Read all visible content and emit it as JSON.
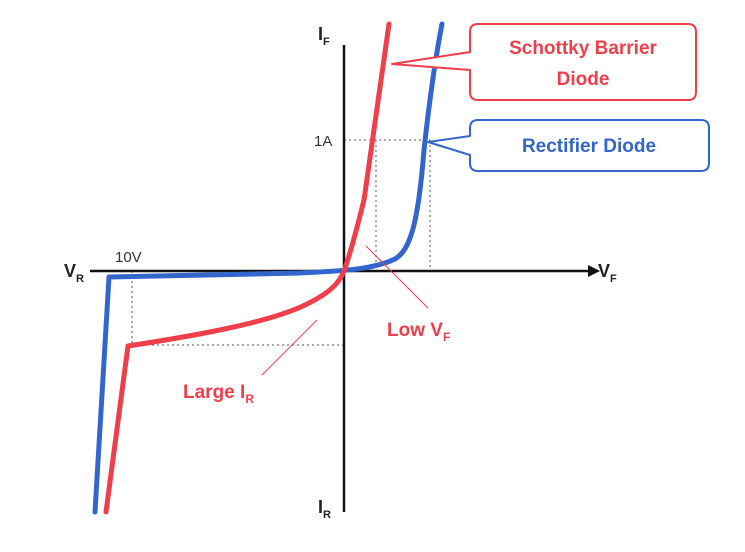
{
  "axes": {
    "top": {
      "main": "I",
      "sub": "F"
    },
    "bottom": {
      "main": "I",
      "sub": "R"
    },
    "left": {
      "main": "V",
      "sub": "R"
    },
    "right": {
      "main": "V",
      "sub": "F"
    }
  },
  "ticks": {
    "current": "1A",
    "voltage": "10V"
  },
  "callouts": {
    "schottky": {
      "line1": "Schottky Barrier",
      "line2": "Diode"
    },
    "rectifier": {
      "line1": "Rectifier Diode"
    }
  },
  "annotations": {
    "low_vf": {
      "main": "Low V",
      "sub": "F"
    },
    "large_ir": {
      "main": "Large I",
      "sub": "R"
    }
  },
  "colors": {
    "schottky": "#ee3f4a",
    "rectifier": "#3366cc",
    "axis": "#111111",
    "guide": "#555555"
  }
}
